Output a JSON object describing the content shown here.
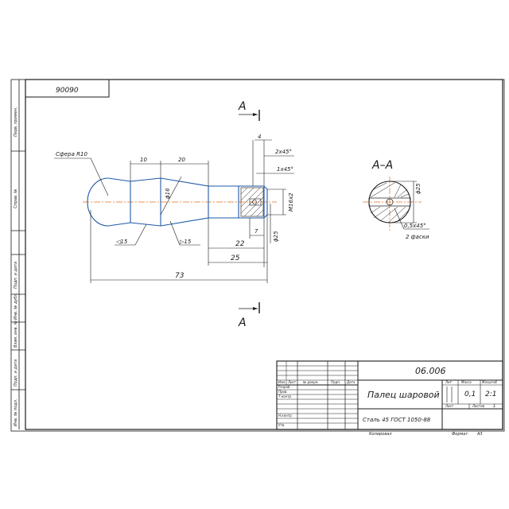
{
  "code_box": "90090",
  "section": {
    "marker": "A",
    "title": "А–А",
    "dia": "ϕ25",
    "chamfer": "0,5x45°",
    "chamfer_note": "2 фаски"
  },
  "part": {
    "sphere_label": "Сфера R10",
    "d_10": "10",
    "d_20": "20",
    "d_4": "4",
    "d_2x45": "2x45°",
    "d_1x45": "1x45°",
    "dia_16": "ϕ16",
    "thread": "М16х2",
    "dia_25": "ϕ25",
    "d_7": "7",
    "d_22": "22",
    "d_25": "25",
    "d_73": "73",
    "taper_left": "◁15",
    "taper_right": "▷15"
  },
  "side_strip": [
    "Перв. примен.",
    "Справ. №",
    "Подп. и дата",
    "Инв. № дубл.",
    "Взам. инв. №",
    "Подп. и дата",
    "Инв. № подл."
  ],
  "title_block": {
    "doc_code": "06.006",
    "name": "Палец шаровой",
    "material": "Сталь 45  ГОСТ 1050-88",
    "lit_header": "Лит.",
    "mass_header": "Масса",
    "scale_header": "Масштаб",
    "mass": "0,1",
    "scale": "2:1",
    "sheet": "Лист",
    "sheets": "Листов",
    "sheets_count": "1",
    "col_izm": "Изм.",
    "col_list": "Лист",
    "col_doc": "№ докум.",
    "col_sign": "Подп.",
    "col_date": "Дата",
    "row_razrab": "Разраб.",
    "row_prov": "Пров.",
    "row_tkontr": "Т.контр.",
    "row_nkontr": "Н.контр.",
    "row_utv": "Утв.",
    "kopiroval": "Копировал",
    "format": "Формат",
    "format_val": "А3"
  }
}
